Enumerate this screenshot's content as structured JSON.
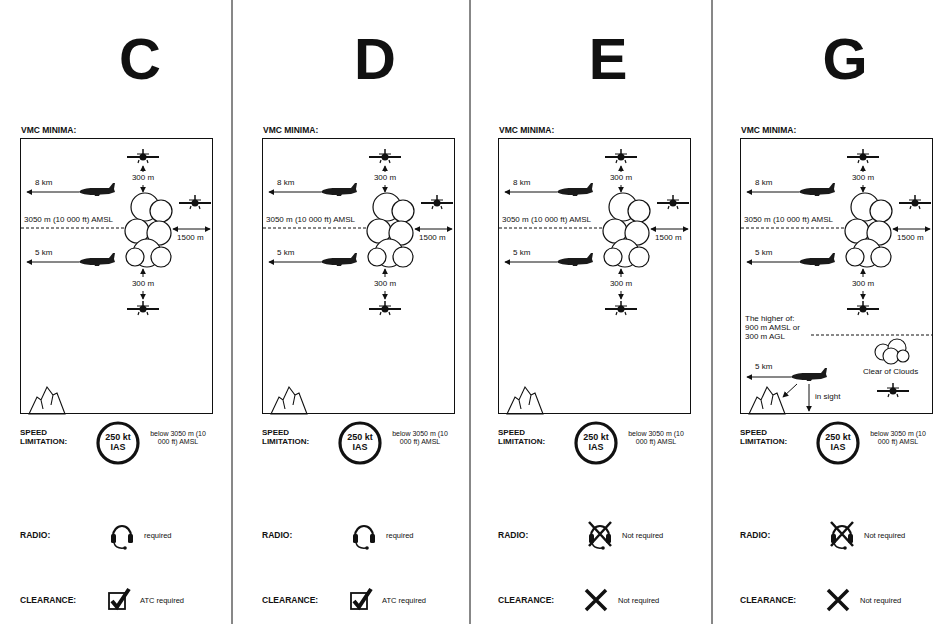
{
  "diagram": {
    "nodes": [
      {
        "text": [
          "VMC MINIMA:",
          "8 km",
          "300 m",
          "3050 m (10 000 ft) AMSL",
          "1500 m",
          "5 km",
          "300 m"
        ]
      },
      {
        "text": [
          "250 kt IAS"
        ]
      },
      {
        "text": [
          "VMC MINIMA:",
          "8 km",
          "300 m",
          "3050 m (10 000 ft) AMSL",
          "1500 m",
          "5 km",
          "300 m"
        ]
      },
      {
        "text": [
          "250 kt IAS"
        ]
      },
      {
        "text": [
          "VMC MINIMA:",
          "8 km",
          "300 m",
          "3050 m (10 000 ft) AMSL",
          "1500 m",
          "5 km",
          "300 m"
        ]
      },
      {
        "text": [
          "250 kt IAS"
        ]
      },
      {
        "text": [
          "VMC MINIMA:",
          "8 km",
          "300 m",
          "3050 m (10 000 ft) AMSL",
          "1500 m",
          "5 km",
          "300 m",
          "The higher of: 900 m AMSL or 300 m AGL",
          "5 km",
          "Clear of Clouds",
          "in sight"
        ]
      },
      {
        "text": [
          "250 kt IAS"
        ]
      }
    ],
    "labels": [
      "C",
      "SPEED LIMITATION:",
      "below 3050 m (10 000 ft) AMSL",
      "RADIO:",
      "required",
      "CLEARANCE:",
      "ATC required",
      "D",
      "SPEED LIMITATION:",
      "below 3050 m (10 000 ft) AMSL",
      "RADIO:",
      "required",
      "CLEARANCE:",
      "ATC required",
      "E",
      "SPEED LIMITATION:",
      "below 3050 m (10 000 ft) AMSL",
      "RADIO:",
      "Not required",
      "CLEARANCE:",
      "Not required",
      "G",
      "SPEED LIMITATION:",
      "below 3050 m (10 000 ft) AMSL",
      "RADIO:",
      "Not required",
      "CLEARANCE:",
      "Not required"
    ]
  }
}
